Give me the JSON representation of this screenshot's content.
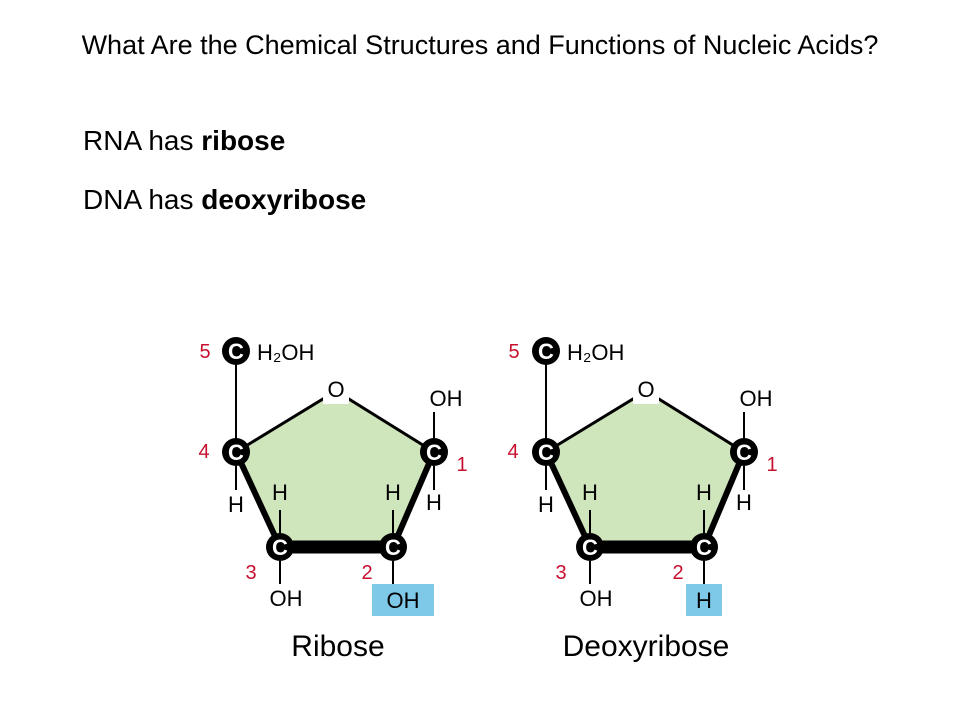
{
  "slide": {
    "title": "What Are the Chemical Structures and Functions of Nucleic Acids?",
    "bullets": [
      {
        "prefix": "RNA has ",
        "bold": "ribose"
      },
      {
        "prefix": "DNA has ",
        "bold": "deoxyribose"
      }
    ]
  },
  "figure": {
    "carbon_symbol": "C",
    "ring_oxygen": "O",
    "ring_fill_color": "#cfe5bb",
    "highlight_color": "#7ec8e8",
    "numbering_color": "#c8102e",
    "panels": [
      {
        "name": "Ribose",
        "c5_group": "H₂OH",
        "c1_top": "OH",
        "c1_bottom": "H",
        "c4_bottom": "H",
        "c3_top": "H",
        "c3_bottom": "OH",
        "c2_top": "H",
        "c2_bottom": "OH",
        "numbers": [
          "5",
          "4",
          "3",
          "2",
          "1"
        ]
      },
      {
        "name": "Deoxyribose",
        "c5_group": "H₂OH",
        "c1_top": "OH",
        "c1_bottom": "H",
        "c4_bottom": "H",
        "c3_top": "H",
        "c3_bottom": "OH",
        "c2_top": "H",
        "c2_bottom": "H",
        "numbers": [
          "5",
          "4",
          "3",
          "2",
          "1"
        ]
      }
    ]
  }
}
